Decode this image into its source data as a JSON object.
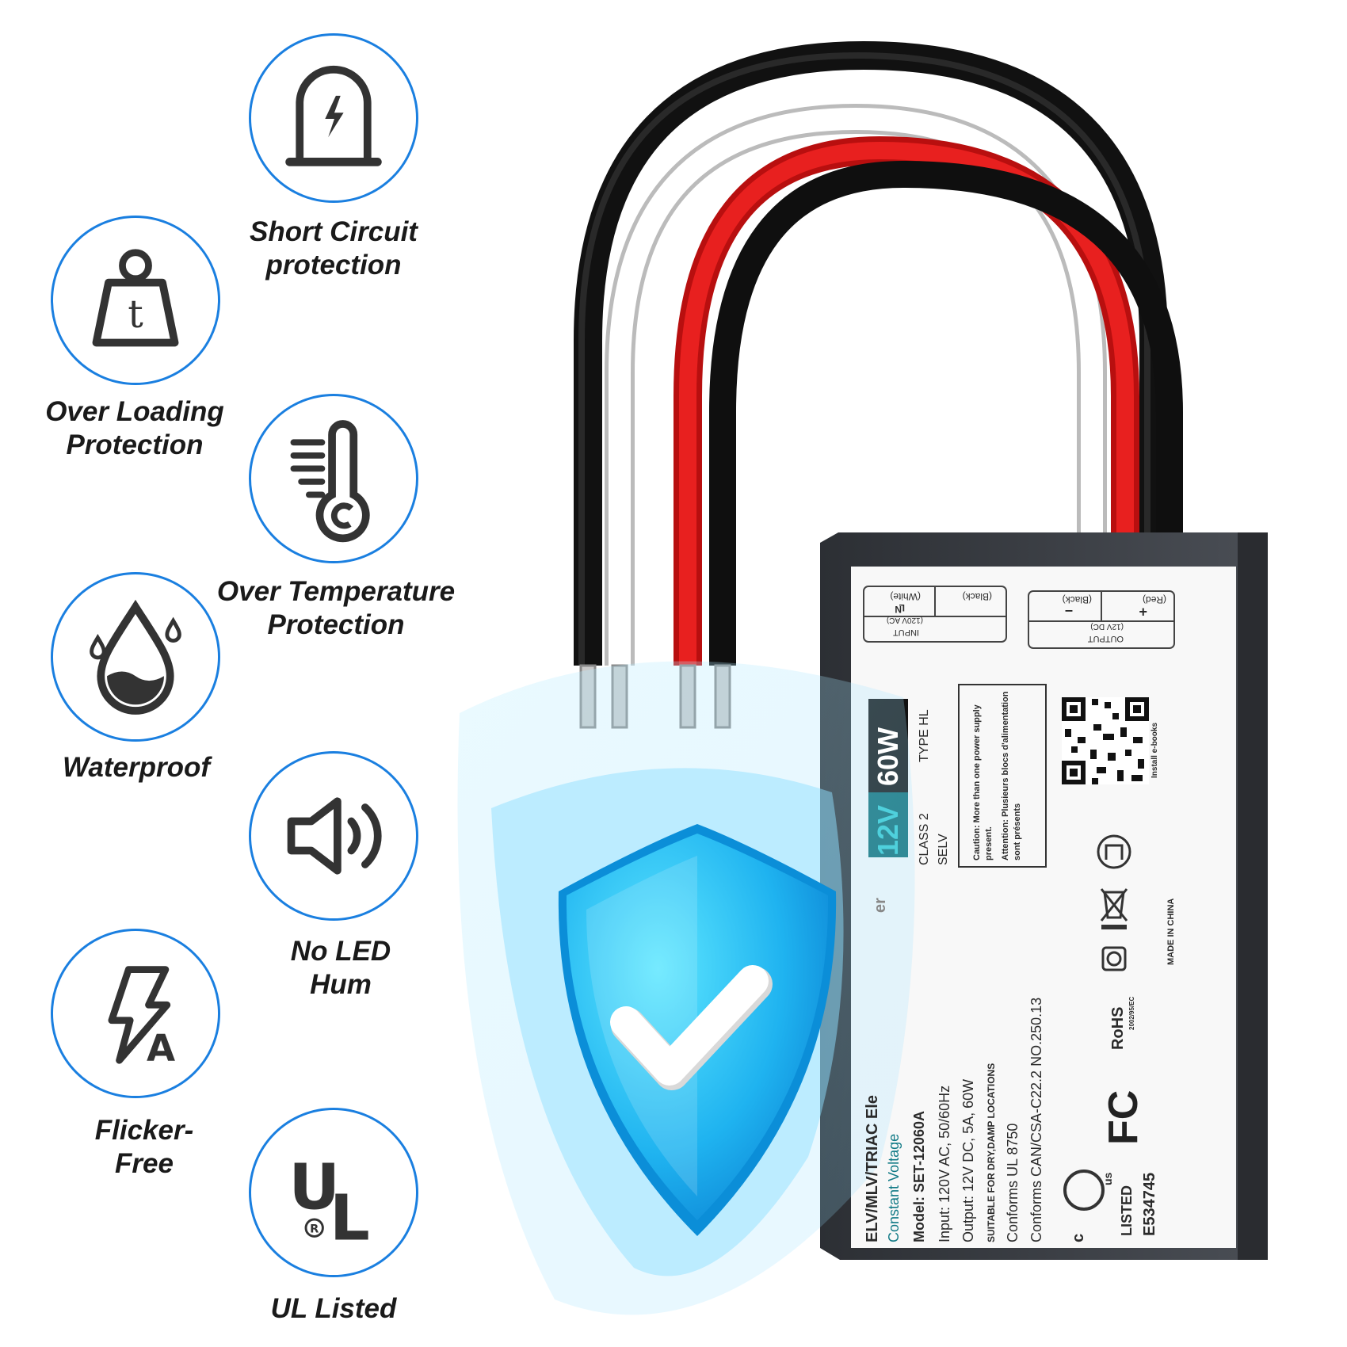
{
  "features": [
    {
      "id": "short-circuit",
      "icon": "short-circuit-icon",
      "label": "Short Circuit\nprotection"
    },
    {
      "id": "over-loading",
      "icon": "weight-icon",
      "label": "Over Loading\nProtection"
    },
    {
      "id": "over-temperature",
      "icon": "thermometer-icon",
      "label": "Over Temperature\nProtection"
    },
    {
      "id": "waterproof",
      "icon": "water-drop-icon",
      "label": "Waterproof"
    },
    {
      "id": "no-led-hum",
      "icon": "speaker-icon",
      "label": "No LED\nHum"
    },
    {
      "id": "flicker-free",
      "icon": "flicker-free-icon",
      "label": "Flicker-\nFree"
    },
    {
      "id": "ul-listed",
      "icon": "ul-logo-icon",
      "label": "UL Listed"
    }
  ],
  "device_label": {
    "input_block": {
      "title": "INPUT",
      "sub": "(120V AC)",
      "l": "L",
      "l_color": "(Black)",
      "n": "N",
      "n_color": "(White)"
    },
    "output_block": {
      "title": "OUTPUT",
      "sub": "(12V DC)",
      "plus": "+",
      "plus_color": "(Red)",
      "minus": "–",
      "minus_color": "(Black)"
    },
    "voltage_badge": "12V",
    "watt_badge": "60W",
    "type": "TYPE HL",
    "class": "CLASS 2",
    "selv": "SELV",
    "caution_en": "Caution: More than one power supply present.",
    "caution_fr": "Attention: Plusieurs blocs d'alimentation sont présents",
    "qr_caption": "Install e-books",
    "made_in": "MADE IN CHINA",
    "title_line": "ELV/MLV/TRIAC Ele",
    "subtitle": "Constant Voltage",
    "model": "Model: SET-12060A",
    "input": "Input: 120V AC, 50/60Hz",
    "output": "Output: 12V DC, 5A, 60W",
    "suitable": "SUITABLE FOR DRY,DAMP LOCATIONS",
    "conforms_ul": "Conforms UL 8750",
    "conforms_csa": "Conforms CAN/CSA-C22.2 NO.250.13",
    "cert_rohs": "RoHS",
    "cert_rohs_sub": "2002/95/EC",
    "cert_fc": "FC",
    "cert_listed": "LISTED",
    "cert_number": "E534745",
    "cert_c": "c",
    "cert_us": "us",
    "side_fragment": "er"
  },
  "colors": {
    "accent": "#1a7fe0",
    "icon": "#333333",
    "housing": "#3c3f44",
    "wire_red": "#e01b1b",
    "shield": "#29c6ff"
  }
}
